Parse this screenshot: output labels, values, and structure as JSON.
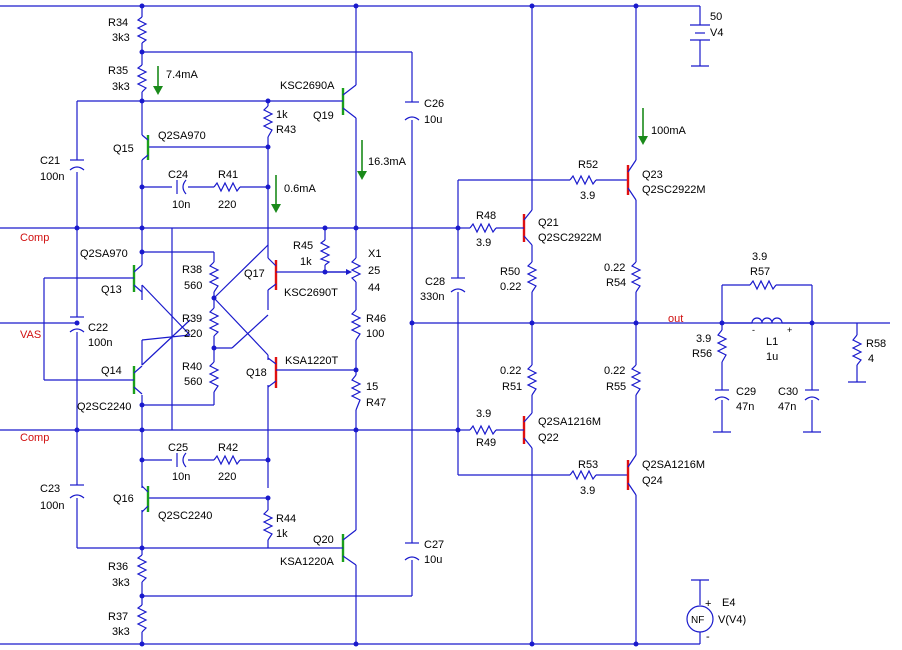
{
  "labels": {
    "r34": "R34",
    "r34v": "3k3",
    "r35": "R35",
    "r35v": "3k3",
    "i74": "7.4mA",
    "ksc2690a": "KSC2690A",
    "q19": "Q19",
    "r43a": "1k",
    "r43": "R43",
    "c26": "C26",
    "c26v": "10u",
    "q15": "Q15",
    "q2sa970a": "Q2SA970",
    "c21": "C21",
    "c21v": "100n",
    "i163": "16.3mA",
    "c24": "C24",
    "r41": "R41",
    "c24v": "10n",
    "r41v": "220",
    "i06": "0.6mA",
    "comp1": "Comp",
    "r45": "R45",
    "r45v": "1k",
    "x1": "X1",
    "x1v": "25",
    "x1w": "44",
    "q2sa970b": "Q2SA970",
    "r38": "R38",
    "r38v": "560",
    "q17": "Q17",
    "ksc2690t": "KSC2690T",
    "q13": "Q13",
    "r39": "R39",
    "r39v": "220",
    "r46": "R46",
    "r46v": "100",
    "vas": "VAS",
    "c22": "C22",
    "c22v": "100n",
    "ksa1220t": "KSA1220T",
    "q18": "Q18",
    "r40": "R40",
    "r40v": "560",
    "q14": "Q14",
    "r47": "R47",
    "r47v": "15",
    "q2sc2240a": "Q2SC2240",
    "comp2": "Comp",
    "c25": "C25",
    "r42": "R42",
    "c25v": "10n",
    "r42v": "220",
    "c23": "C23",
    "c23v": "100n",
    "q16": "Q16",
    "q2sc2240b": "Q2SC2240",
    "r44": "R44",
    "r44v": "1k",
    "q20": "Q20",
    "ksa1220a": "KSA1220A",
    "c27": "C27",
    "c27v": "10u",
    "r36": "R36",
    "r36v": "3k3",
    "r37": "R37",
    "r37v": "3k3",
    "v50": "50",
    "v4": "V4",
    "i100": "100mA",
    "r52": "R52",
    "r52v": "3.9",
    "q23": "Q23",
    "q2sc2922m_a": "Q2SC2922M",
    "r48": "R48",
    "r48v": "3.9",
    "q21": "Q21",
    "q2sc2922m_b": "Q2SC2922M",
    "c28": "C28",
    "c28v": "330n",
    "r50": "R50",
    "r50v": "0.22",
    "r54v": "0.22",
    "r54": "R54",
    "r57v": "3.9",
    "r57": "R57",
    "out": "out",
    "r56v": "3.9",
    "r56": "R56",
    "l1": "L1",
    "l1v": "1u",
    "r58": "R58",
    "r58v": "4",
    "r51v": "0.22",
    "r51": "R51",
    "r55v": "0.22",
    "r55": "R55",
    "c29": "C29",
    "c29v": "47n",
    "c30": "C30",
    "c30v": "47n",
    "r49v": "3.9",
    "r49": "R49",
    "q2sa1216m_a": "Q2SA1216M",
    "q22": "Q22",
    "r53": "R53",
    "r53v": "3.9",
    "q2sa1216m_b": "Q2SA1216M",
    "q24": "Q24",
    "e4": "E4",
    "e4v": "V(V4)",
    "nf": "NF",
    "plus": "+",
    "minus": "-"
  },
  "colors": {
    "wire": "#1a1acc",
    "npn_driver": "#1aa01a",
    "pnp_output": "#e01010",
    "net_label": "#d01010"
  }
}
